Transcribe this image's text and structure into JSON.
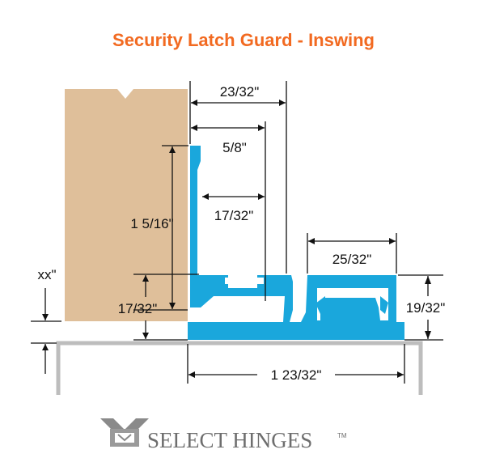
{
  "title": "Security Latch Guard - Inswing",
  "colors": {
    "title": "#f26a21",
    "profile": "#1aa7dc",
    "wood": "#dfbf9a",
    "frame": "#bdbdbd",
    "dimension": "#111111",
    "brand": "#6e6e6e"
  },
  "dimensions": {
    "overall_width": "1 23/32\"",
    "depth_to_leg": "23/32\"",
    "inner_reach": "5/8\"",
    "flange_reach": "17/32\"",
    "channel_width": "25/32\"",
    "height": "1 5/16\"",
    "gap": "17/32\"",
    "channel_height": "19/32\"",
    "door_clearance": "xx\""
  },
  "brand": {
    "name": "SELECT HINGES",
    "trademark": "TM",
    "logo_icon": "select-hinges-logo-icon"
  }
}
